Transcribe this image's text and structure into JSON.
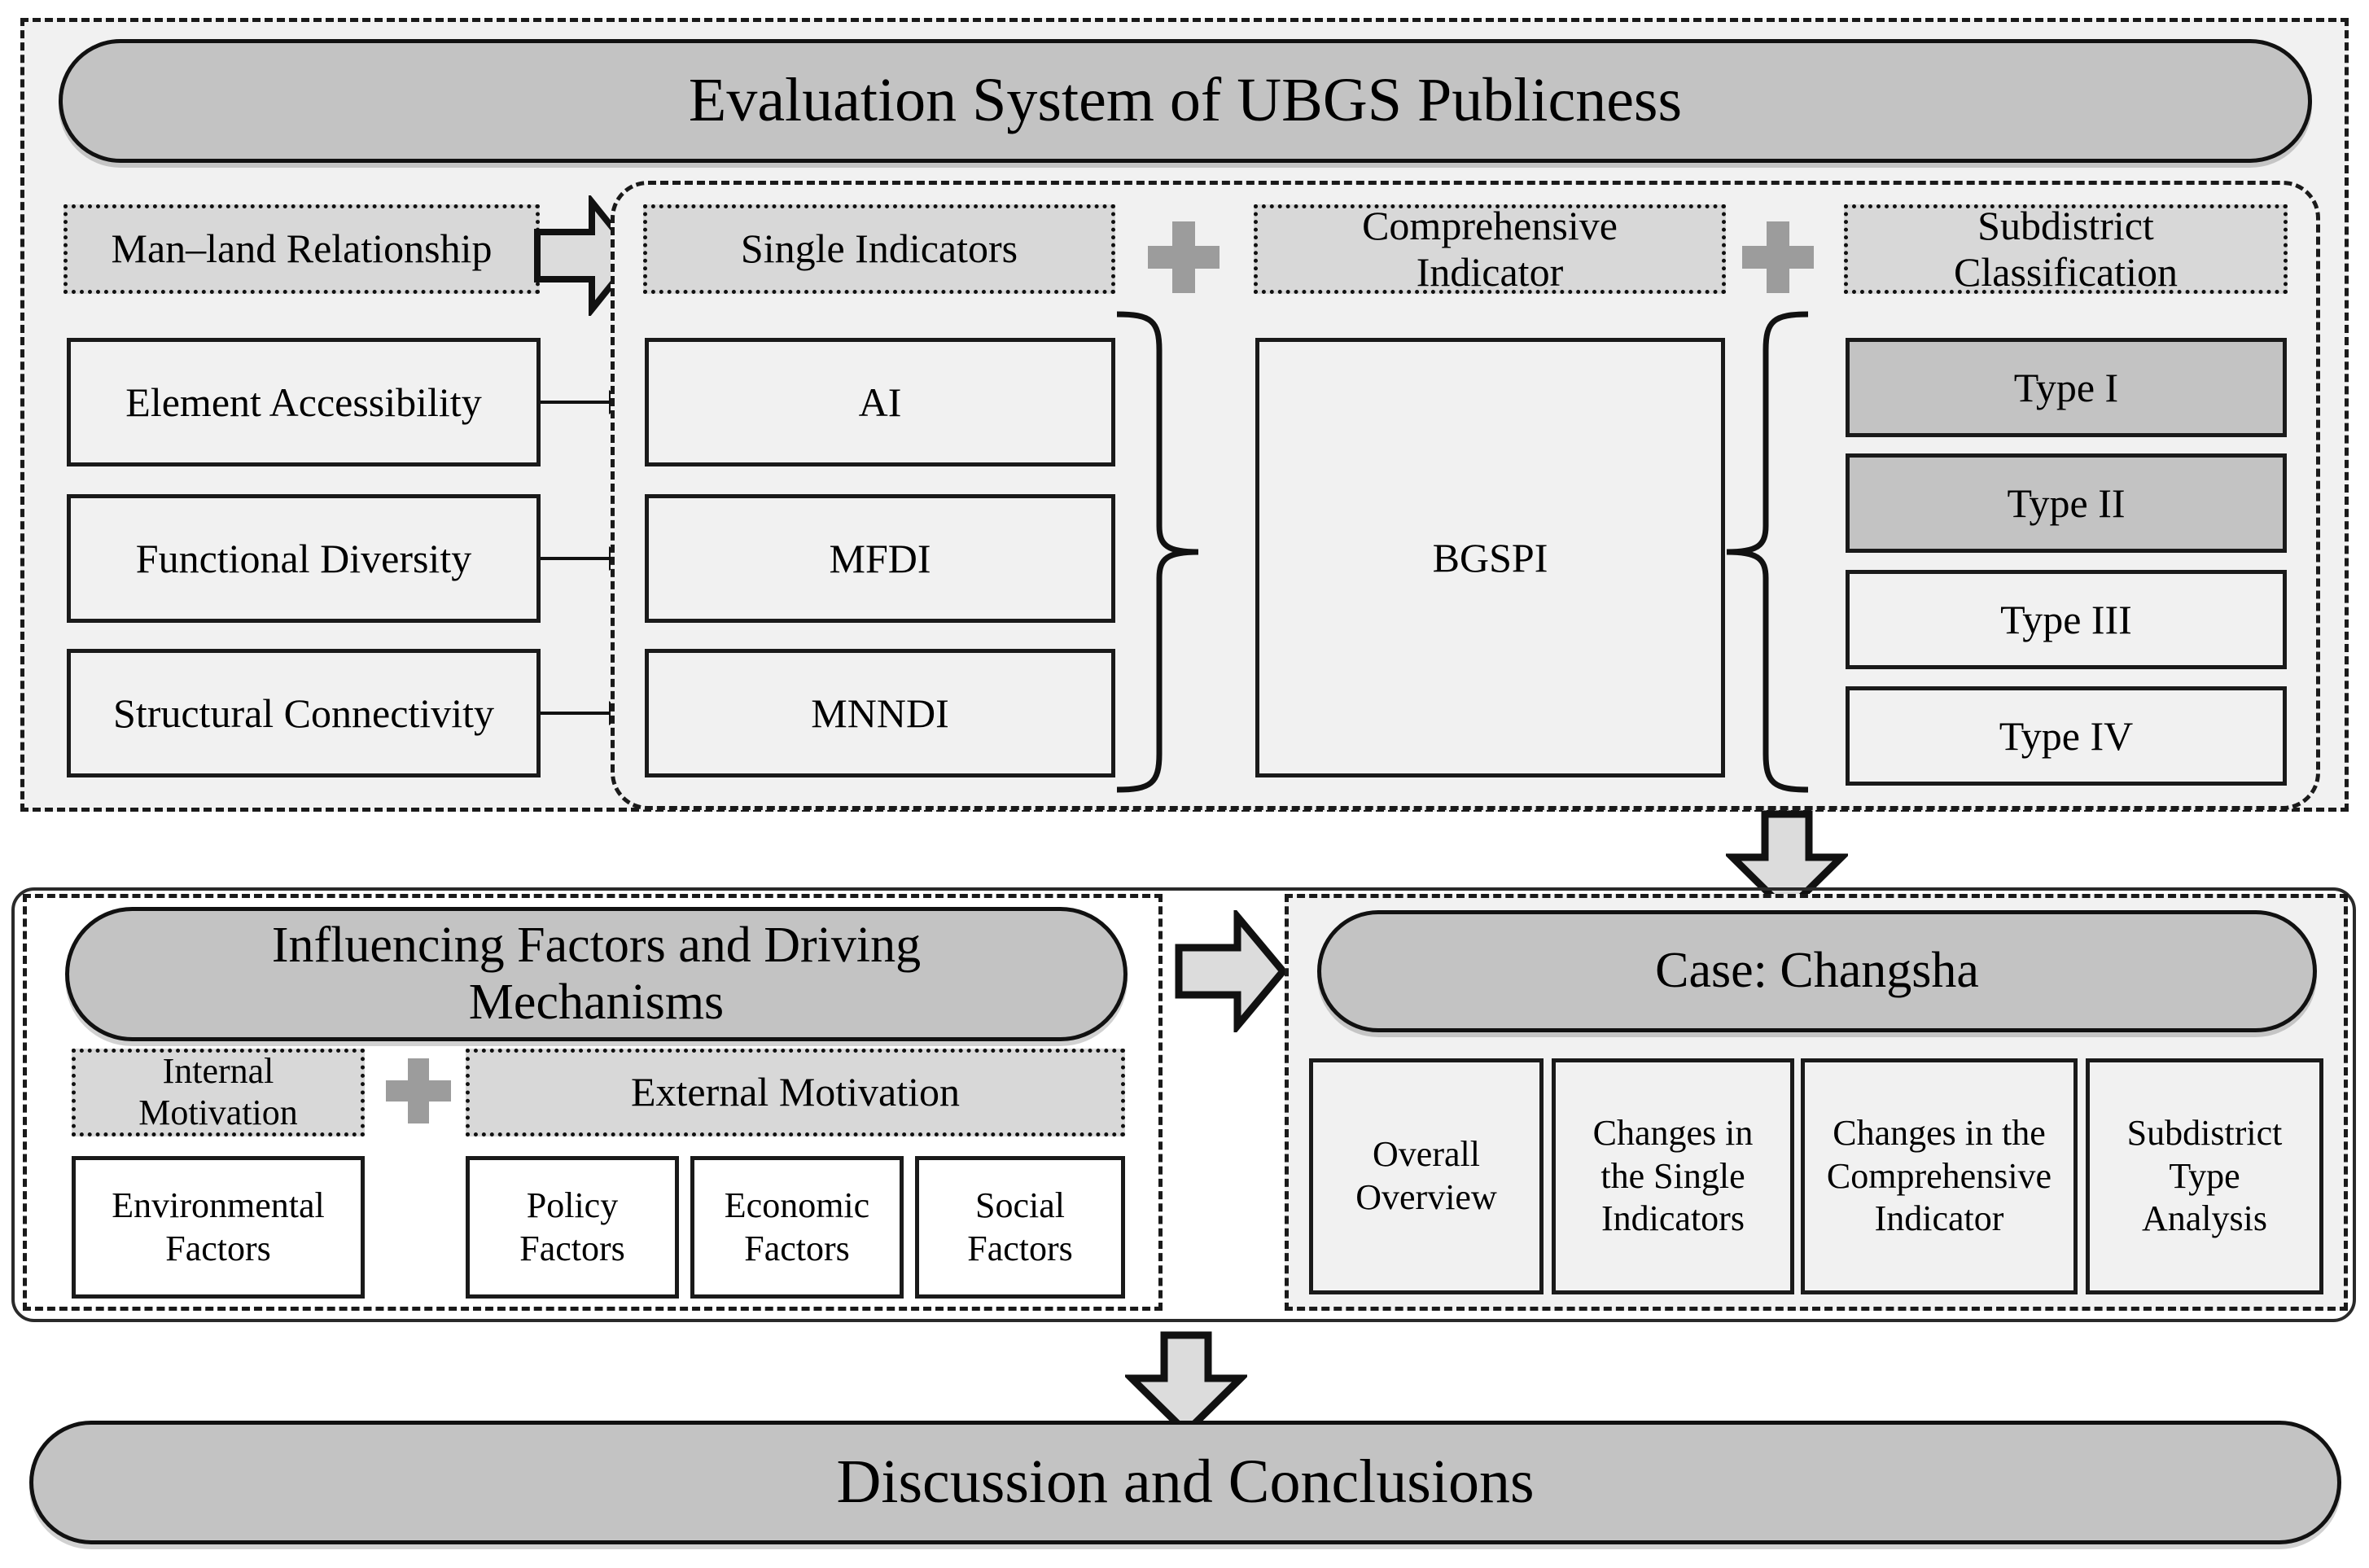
{
  "colors": {
    "banner_fill": "#c3c3c3",
    "chip_fill": "#d8d8d8",
    "panel_fill": "#f1f1f1",
    "box_fill": "#f1f1f1",
    "highlight_fill": "#c3c3c3",
    "plus_color": "#9c9c9c",
    "stroke": "#1a1a1a"
  },
  "evaluation_system": {
    "title": "Evaluation System of UBGS Publicness",
    "man_land": {
      "header": "Man–land Relationship",
      "items": [
        "Element Accessibility",
        "Functional Diversity",
        "Structural Connectivity"
      ]
    },
    "single_indicators": {
      "header": "Single Indicators",
      "items": [
        "AI",
        "MFDI",
        "MNNDI"
      ]
    },
    "comprehensive_indicator": {
      "header": "Comprehensive Indicator",
      "header_line1": "Comprehensive",
      "header_line2": "Indicator",
      "value": "BGSPI"
    },
    "subdistrict_classification": {
      "header": "Subdistrict Classification",
      "header_line1": "Subdistrict",
      "header_line2": "Classification",
      "items": [
        {
          "label": "Type I",
          "highlighted": true
        },
        {
          "label": "Type II",
          "highlighted": true
        },
        {
          "label": "Type III",
          "highlighted": false
        },
        {
          "label": "Type IV",
          "highlighted": false
        }
      ]
    },
    "plus_symbols": [
      "+",
      "+"
    ]
  },
  "influencing_factors": {
    "title": "Influencing Factors and Driving Mechanisms",
    "title_line1": "Influencing Factors and Driving",
    "title_line2": "Mechanisms",
    "internal": {
      "header": "Internal Motivation",
      "header_line1": "Internal",
      "header_line2": "Motivation",
      "items": [
        {
          "line1": "Environmental",
          "line2": "Factors"
        }
      ]
    },
    "external": {
      "header": "External Motivation",
      "items": [
        {
          "line1": "Policy",
          "line2": "Factors"
        },
        {
          "line1": "Economic",
          "line2": "Factors"
        },
        {
          "line1": "Social",
          "line2": "Factors"
        }
      ]
    },
    "plus_symbol": "+"
  },
  "case_study": {
    "title": "Case: Changsha",
    "items": [
      {
        "line1": "Overall",
        "line2": "Overview",
        "line3": ""
      },
      {
        "line1": "Changes in",
        "line2": "the Single",
        "line3": "Indicators"
      },
      {
        "line1": "Changes in the",
        "line2": "Comprehensive",
        "line3": "Indicator"
      },
      {
        "line1": "Subdistrict",
        "line2": "Type",
        "line3": "Analysis"
      }
    ]
  },
  "conclusion": {
    "title": "Discussion and Conclusions"
  }
}
